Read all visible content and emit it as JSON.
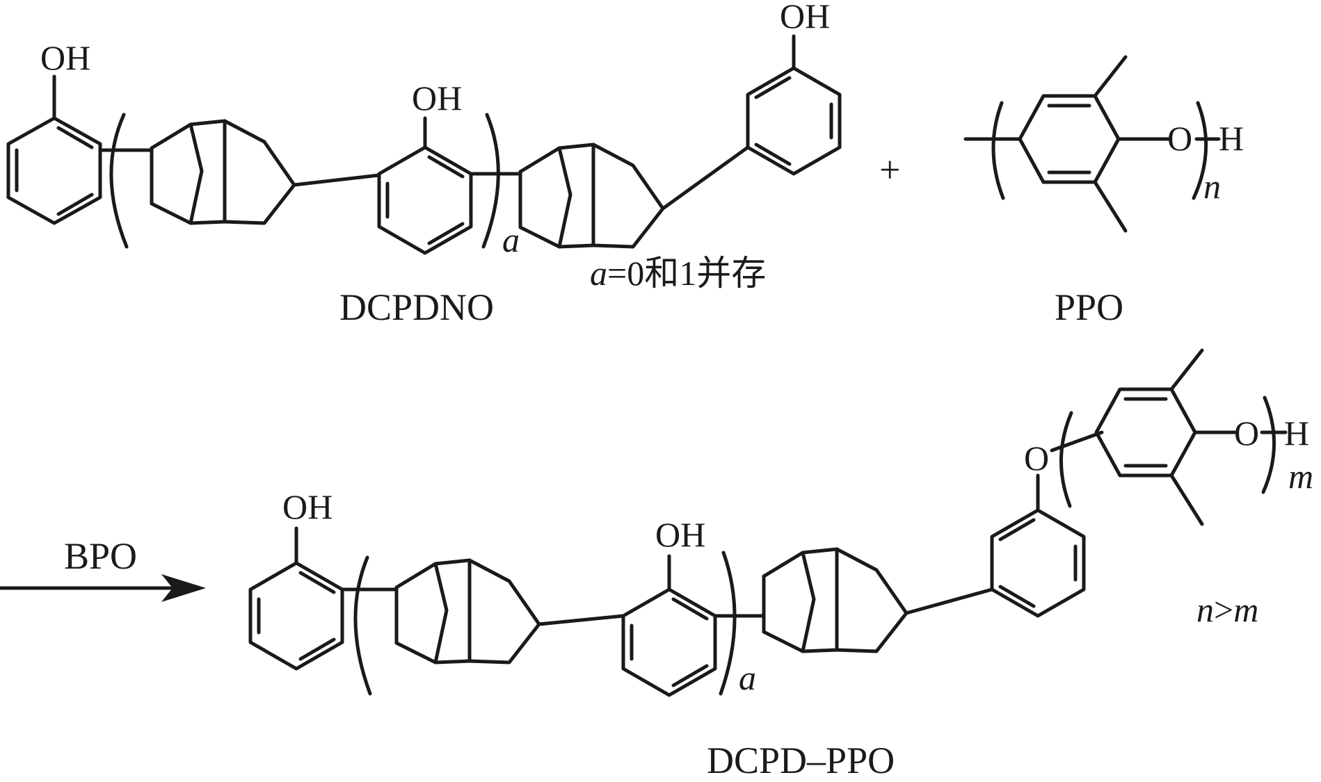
{
  "reactant_a": {
    "name": "DCPDNO",
    "hydroxyl_labels": [
      "OH",
      "OH",
      "OH"
    ],
    "repeat_subscript": "a",
    "condition_var": "a",
    "condition_rest": "=0和1并存"
  },
  "plus_sign": "+",
  "reactant_b": {
    "name": "PPO",
    "oxygen": "O",
    "hydrogen": "H",
    "repeat_subscript": "n"
  },
  "reaction": {
    "reagent": "BPO"
  },
  "product": {
    "name": "DCPD–PPO",
    "hydroxyl_labels": [
      "OH",
      "OH"
    ],
    "repeat_subscript": "a",
    "ether_oxygen": "O",
    "terminal_oxygen": "O",
    "hydrogen": "H",
    "chain_subscript": "m",
    "relation_left": "n",
    "relation_sym": ">",
    "relation_right": "m"
  }
}
